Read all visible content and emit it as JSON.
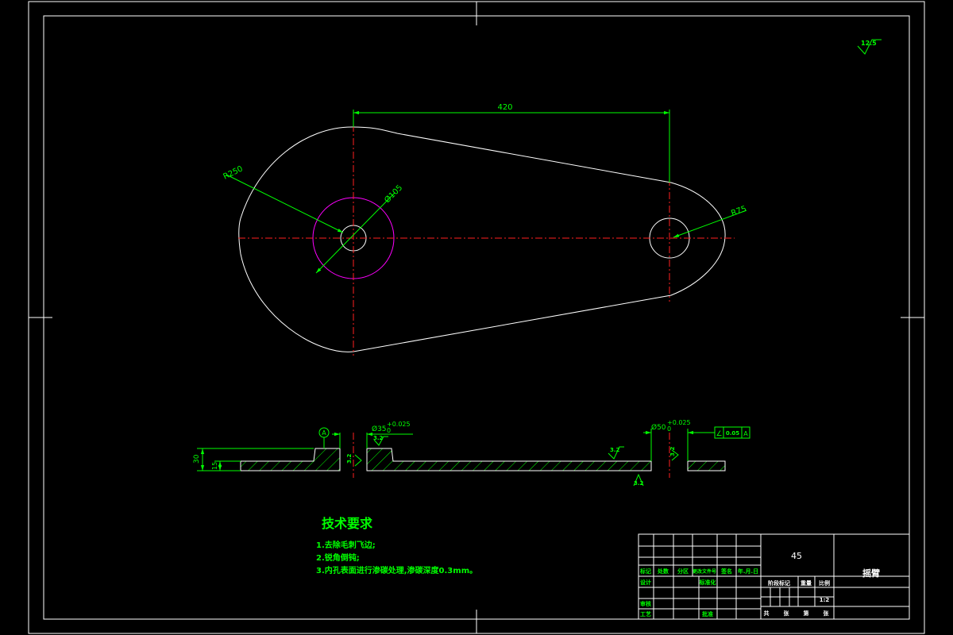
{
  "dimensions": {
    "center_distance": "420",
    "large_arc": "R250",
    "boss_dia": "Ø105",
    "small_arc": "R75",
    "side_height": "30",
    "side_thickness": "15",
    "hole_small_dia": "Ø35",
    "hole_small_upper": "+0.025",
    "hole_small_lower": "0",
    "hole_large_dia": "Ø50",
    "hole_large_upper": "+0.025",
    "hole_large_lower": "0",
    "datum": "A"
  },
  "roughness": {
    "general": "12.5",
    "top_left": "3.2",
    "hole_left": "3.2",
    "mid": "3.2",
    "hole_right": "3.2",
    "bottom": "3.2"
  },
  "tolerance": {
    "symbol": "∠",
    "value": "0.05",
    "datum": "A"
  },
  "notes": {
    "title": "技术要求",
    "items": [
      "1.去除毛刺飞边;",
      "2.锐角倒钝;",
      "3.内孔表面进行渗碳处理,渗碳深度0.3mm。"
    ]
  },
  "title_block": {
    "material": "45",
    "part_name": "摇臂",
    "headers": [
      "标记",
      "处数",
      "分区",
      "更改文件号",
      "签名",
      "年.月.日"
    ],
    "design": "设计",
    "standardization": "标准化",
    "review": "审核",
    "process": "工艺",
    "approve": "批准",
    "stage_mark": "阶段标记",
    "weight": "重量",
    "scale": "比例",
    "scale_value": "1:2",
    "sheets_total": "共",
    "sheet_unit": "张",
    "sheet_no": "第",
    "sheet_unit2": "张"
  },
  "colors": {
    "outline": "#ffffff",
    "dimension": "#00ff00",
    "centerline": "#ff2020",
    "boss": "#ff00ff",
    "background": "#000000"
  }
}
